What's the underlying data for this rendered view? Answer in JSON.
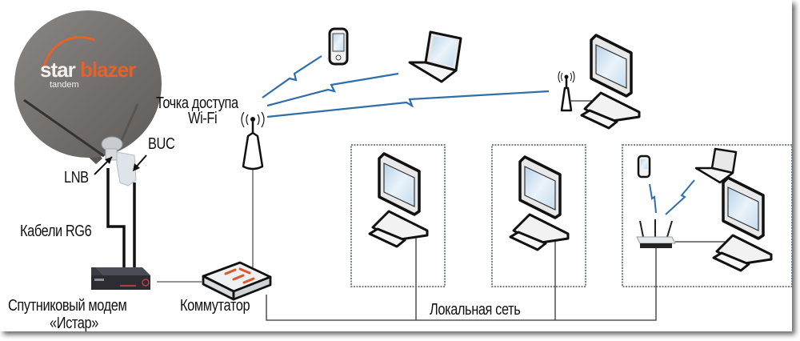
{
  "colors": {
    "dish": "#767270",
    "brand_orange": "#e5622a",
    "wireless": "#2f6ea8",
    "cable": "#111111",
    "lan": "#333333",
    "box_border": "#6a7480",
    "screen": "#cfe2f1"
  },
  "dish": {
    "brand_part1": "star",
    "brand_part2": "blazer",
    "brand_sub": "tandem"
  },
  "labels": {
    "lnb": "LNB",
    "buc": "BUC",
    "cables": "Кабели RG6",
    "modem_line1": "Спутниковый модем",
    "modem_line2": "«Истар»",
    "switch": "Коммутатор",
    "ap_line1": "Точка доступа",
    "ap_line2": "Wi-Fi",
    "lan": "Локальная сеть"
  },
  "icons": [
    "satellite-dish-icon",
    "lnb-icon",
    "buc-icon",
    "modem-icon",
    "switch-icon",
    "access-point-icon",
    "pda-icon",
    "laptop-icon",
    "desktop-computer-icon",
    "wireless-adapter-icon",
    "wifi-router-icon"
  ]
}
